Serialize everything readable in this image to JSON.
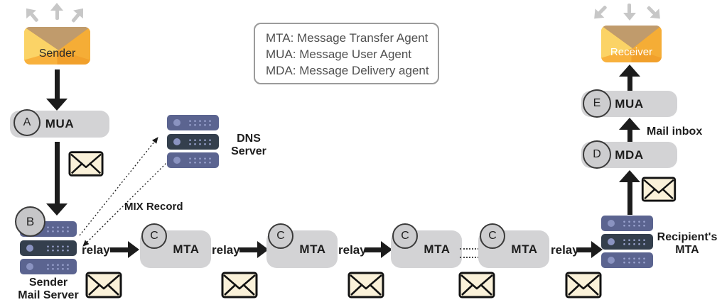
{
  "endpoints": {
    "sender": "Sender",
    "receiver": "Receiver"
  },
  "agents": {
    "mua_a": {
      "badge": "A",
      "label": "MUA"
    },
    "mda": {
      "badge": "D",
      "label": "MDA"
    },
    "mua_e": {
      "badge": "E",
      "label": "MUA"
    }
  },
  "servers": {
    "sender_mail": {
      "badge": "B",
      "lines": [
        "Sender",
        "Mail Server"
      ]
    },
    "dns": {
      "lines": [
        "DNS",
        "Server"
      ]
    },
    "recipient": {
      "lines": [
        "Recipient's",
        "MTA"
      ]
    }
  },
  "mta_chain": [
    {
      "badge": "C",
      "label": "MTA"
    },
    {
      "badge": "C",
      "label": "MTA"
    },
    {
      "badge": "C",
      "label": "MTA"
    },
    {
      "badge": "C",
      "label": "MTA"
    }
  ],
  "relays": [
    "relay",
    "relay",
    "relay",
    "relay"
  ],
  "labels": {
    "mix_record": "MIX Record",
    "mail_inbox": "Mail inbox"
  },
  "legend": {
    "lines": [
      "MTA: Message Transfer Agent",
      "MUA: Message User Agent",
      "MDA: Message Delivery agent"
    ]
  },
  "colors": {
    "envelope_orange": "#f3a42c",
    "envelope_flap_tan": "#c09b6c",
    "mail_cream": "#faf1d9",
    "server_slate": "#5b6490",
    "server_dark": "#343f4d",
    "pill_gray": "#d3d3d5",
    "arrow_black": "#1c1c1c",
    "arrow_gray": "#c7c7c7"
  }
}
